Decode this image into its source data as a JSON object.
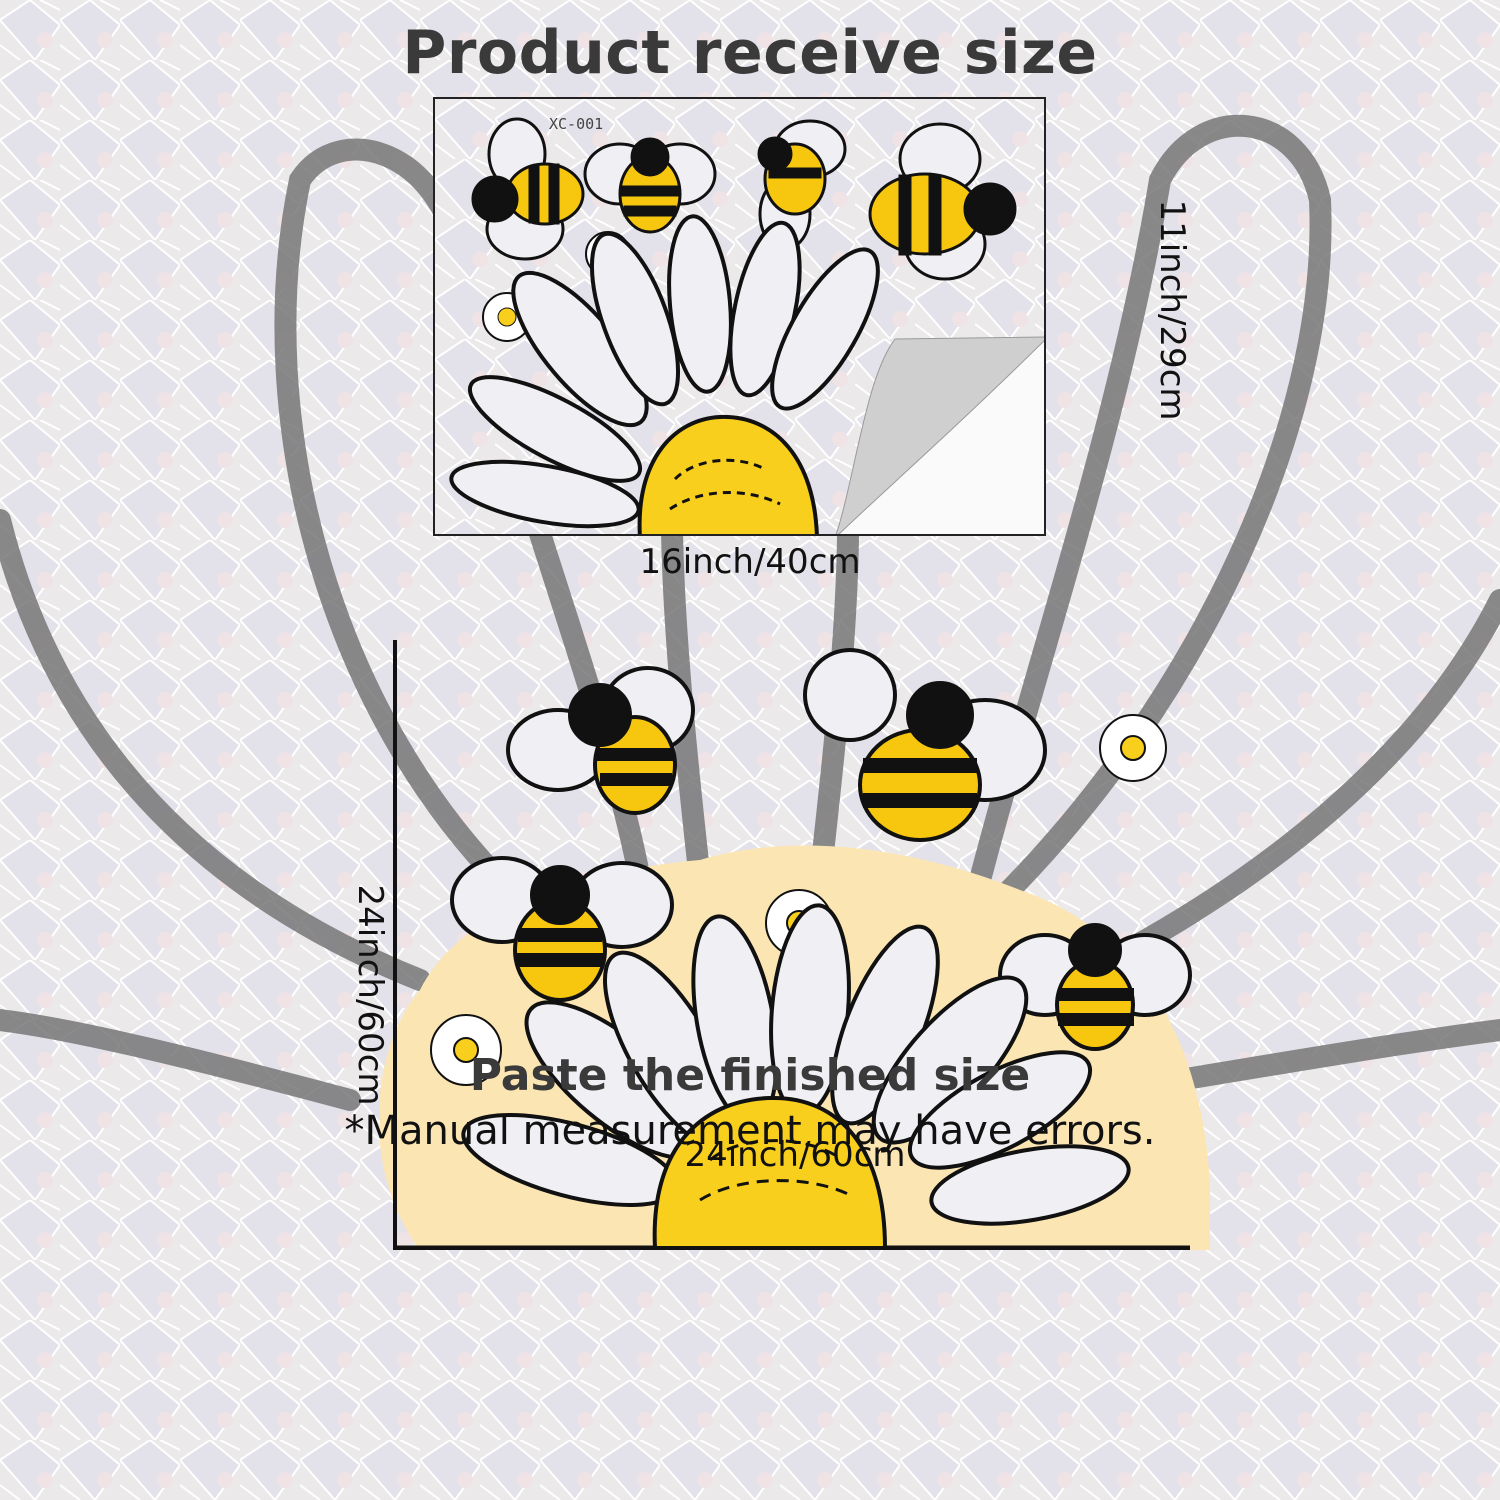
{
  "header": {
    "title": "Product receive size"
  },
  "sheet": {
    "code": "XC-001",
    "width_label": "16inch/40cm",
    "height_label": "11inch/29cm"
  },
  "finished": {
    "width_label": "24inch/60cm",
    "height_label": "24inch/60cm",
    "title": "Paste the finished size"
  },
  "footer": {
    "note": "*Manual measurement may have errors."
  },
  "colors": {
    "bee_yellow": "#f7c70f",
    "outline": "#111111",
    "flower_center": "#f8cf1c",
    "backdrop_yellow": "#fbe6b3"
  }
}
